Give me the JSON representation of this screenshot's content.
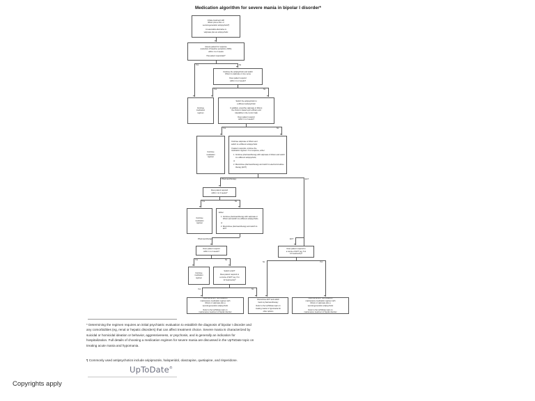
{
  "document": {
    "title": "Medication algorithm for severe mania in bipolar I disorder*",
    "copyright": "Copyrights apply",
    "logo": "UpToDate",
    "logo_mark": "®"
  },
  "flowchart": {
    "type": "clinical-algorithm-flowchart",
    "nodes": {
      "start": {
        "line1": "Initiate treatment with",
        "line2": "lithium plus a first- or",
        "line3": "second-generation antipsychotic¶",
        "line4": "A reasonable alternative is",
        "line5": "valproate plus an antipsychotic"
      },
      "assess1": {
        "line1": "Assess patient for response",
        "line2": "(reduction of baseline symptoms ≥50%)",
        "line3": "within 1 to 2 weeks",
        "question": "Has patient responded?"
      },
      "continue1": {
        "line1": "Continue",
        "line2": "medication",
        "line3": "regimen"
      },
      "switch1": {
        "line1": "Continue the antipsychotic and switch",
        "line2": "lithium to valproate or vice versa",
        "question1": "Does patient respond",
        "question2": "within 1 to 2 weeks?"
      },
      "continue2": {
        "line1": "Continue",
        "line2": "medication",
        "line3": "regimen"
      },
      "switch2": {
        "line1": "Switch the antipsychotic to",
        "line2": "a different antipsychotic",
        "line3": "In addition, prescribe valproate or lithium;",
        "line4": "the choice is based upon efficacy and",
        "line5": "tolerability in the 2 prior trials",
        "question1": "Does patient respond",
        "question2": "within 1 to 2 weeks?"
      },
      "continue3": {
        "line1": "Continue",
        "line2": "medication",
        "line3": "regimen"
      },
      "switch3": {
        "line1": "Continue valproate or lithium and",
        "line2": "switch to a different antipsychotic",
        "line3": "If patient responds, continue the",
        "line4": "medication regimen. If no response, either:",
        "item1": "1. Continue pharmacotherapy with valproate or lithium and switch to a different antipsychotic,",
        "conj": "or",
        "item2": "2. Discontinue pharmacotherapy and switch to electroconvulsive therapy (ECT)"
      },
      "assess2": {
        "question1": "Does patient respond",
        "question2": "within 1 to 2 weeks?"
      },
      "continue4": {
        "line1": "Continue",
        "line2": "medication",
        "line3": "regimen"
      },
      "either": {
        "header": "Either:",
        "item1": "1. Continue pharmacotherapy with valproate or lithium and switch to a different antipsychotic,",
        "conj": "or",
        "item2": "2. Discontinue pharmacotherapy and switch to ECT"
      },
      "assess3": {
        "question1": "Does patient respond",
        "question2": "within 1 to 2 weeks?"
      },
      "assess_ect": {
        "question1": "Does patient respond to",
        "question2": "a course of ECT (eg, 6 to",
        "question3": "12 treatments)?"
      },
      "continue5": {
        "line1": "Continue",
        "line2": "medication",
        "line3": "regimen"
      },
      "switch_ect": {
        "line1": "Switch to ECT",
        "question1": "Does patient respond to",
        "question2": "a course of ECT (eg, 6 to",
        "question3": "12 treatments)?"
      },
      "outcome_left": {
        "line1": "Discontinue ECT and establish",
        "line2": "maintenance medication regimen with",
        "line3": "lithium or valproate plus a",
        "line4": "second-generation antipsychotic",
        "line5": "Refer to the UpToDate topic on",
        "line6": "maintenance treatment of bipolar disorder"
      },
      "outcome_mid": {
        "line1": "Discontinue ECT and switch",
        "line2": "back to pharmacotherapy",
        "line3": "Refer to the UpToDate topic on",
        "line4": "treating mania or hypomania for",
        "line5": "other options"
      },
      "outcome_right": {
        "line1": "Discontinue ECT and establish",
        "line2": "maintenance medication regimen with",
        "line3": "lithium or valproate plus a",
        "line4": "second-generation antipsychotic",
        "line5": "Refer to the UpToDate topic on",
        "line6": "maintenance treatment of bipolar disorder"
      }
    },
    "branch_labels": {
      "yes": "Yes",
      "no": "No"
    },
    "path_labels": {
      "pharmacotherapy": "Pharmacotherapy",
      "ect": "ECT"
    }
  },
  "footnotes": {
    "note1": "* Determining the regimen requires an initial psychiatric evaluation to establish the diagnosis of bipolar I disorder and any comorbidities (eg, renal or hepatic disorders) that can affect treatment choice. Severe mania is characterized by suicidal or homicidal ideation or behavior, aggressiveness, or psychosis, and is generally an indication for hospitalization. Full details of choosing a medication regimen for severe mania are discussed in the UpToDate topic on treating acute mania and hypomania.",
    "note2": "¶ Commonly used antipsychotics include aripiprazole, haloperidol, olanzapine, quetiapine, and risperidone."
  }
}
